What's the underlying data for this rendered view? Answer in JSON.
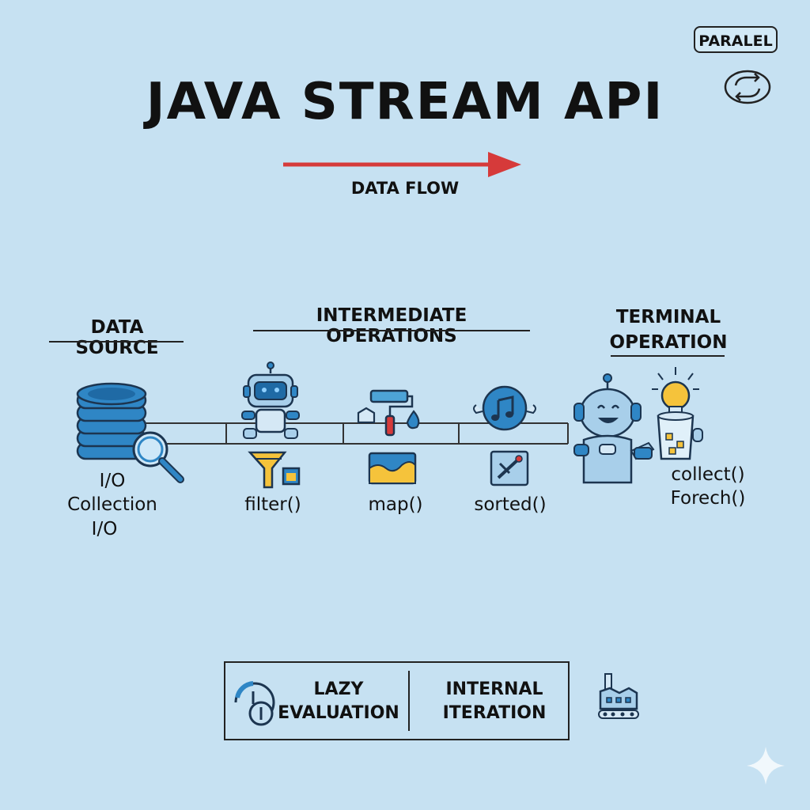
{
  "title": "JAVA STREAM API",
  "badge": "PARALEL",
  "flow_label": "DATA FLOW",
  "sections": {
    "source": "DATA SOURCE",
    "intermediate": "INTERMEDIATE OPERATIONS",
    "terminal_line1": "TERMINAL",
    "terminal_line2": "OPERATION"
  },
  "source_labels": [
    "I/O",
    "Collection",
    "I/O"
  ],
  "operations": [
    "filter()",
    "map()",
    "sorted()"
  ],
  "terminal_ops": [
    "collect()",
    "Forech()"
  ],
  "bottom": {
    "lazy_line1": "LAZY",
    "lazy_line2": "EVALUATION",
    "internal_line1": "INTERNAL",
    "internal_line2": "ITERATION"
  },
  "colors": {
    "background": "#c6e1f2",
    "arrow": "#d63a3a",
    "accent_blue": "#2f86c5",
    "accent_yellow": "#f5c33b"
  }
}
